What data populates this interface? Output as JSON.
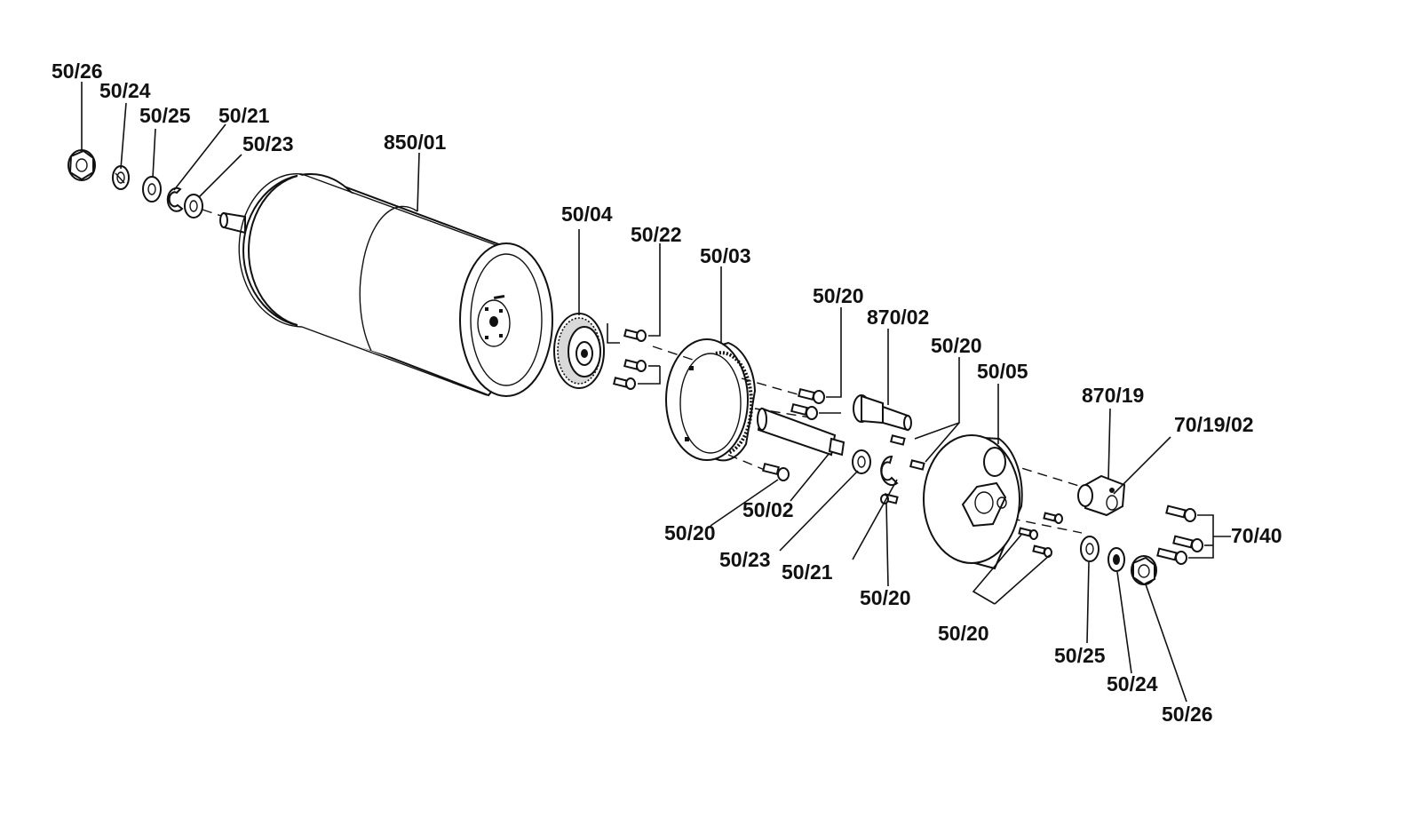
{
  "diagram": {
    "type": "exploded parts diagram",
    "labels": {
      "l_50_26_a": "50/26",
      "l_50_24_a": "50/24",
      "l_50_25_a": "50/25",
      "l_50_21_a": "50/21",
      "l_50_23_a": "50/23",
      "l_850_01": "850/01",
      "l_50_04": "50/04",
      "l_50_22": "50/22",
      "l_50_03": "50/03",
      "l_50_20_a": "50/20",
      "l_870_02": "870/02",
      "l_50_20_b": "50/20",
      "l_50_05": "50/05",
      "l_870_19": "870/19",
      "l_70_19_02": "70/19/02",
      "l_70_40": "70/40",
      "l_50_20_c": "50/20",
      "l_50_02": "50/02",
      "l_50_23_b": "50/23",
      "l_50_21_b": "50/21",
      "l_50_20_d": "50/20",
      "l_50_20_e": "50/20",
      "l_50_25_b": "50/25",
      "l_50_24_b": "50/24",
      "l_50_26_b": "50/26"
    }
  }
}
